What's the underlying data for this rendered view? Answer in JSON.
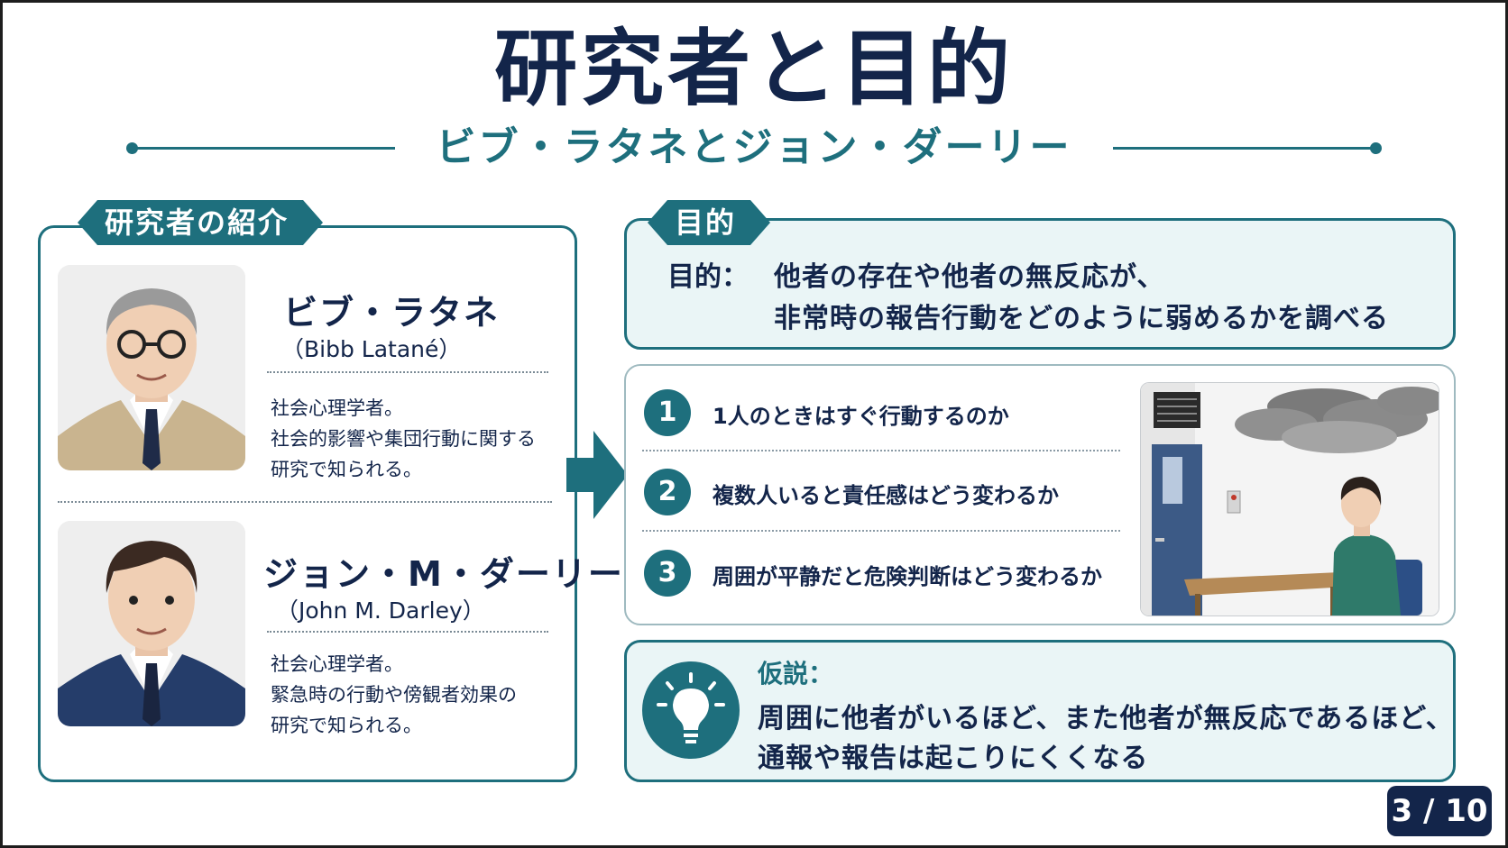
{
  "slide": {
    "title": "研究者と目的",
    "subtitle": "ビブ・ラタネとジョン・ダーリー",
    "page": "3 / 10"
  },
  "researchers": {
    "tag": "研究者の紹介",
    "items": [
      {
        "name_jp": "ビブ・ラタネ",
        "name_en": "（Bibb Latané）",
        "desc": [
          "社会心理学者。",
          "社会的影響や集団行動に関する",
          "研究で知られる。"
        ]
      },
      {
        "name_jp": "ジョン・M・ダーリー",
        "name_en": "（John M. Darley）",
        "desc": [
          "社会心理学者。",
          "緊急時の行動や傍観者効果の",
          "研究で知られる。"
        ]
      }
    ]
  },
  "purpose": {
    "tag": "目的",
    "label": "目的：",
    "lines": [
      "他者の存在や他者の無反応が、",
      "非常時の報告行動をどのように弱めるかを調べる"
    ]
  },
  "questions": [
    {
      "num": "1",
      "text": "1人のときはすぐ行動するのか"
    },
    {
      "num": "2",
      "text": "複数人いると責任感はどう変わるか"
    },
    {
      "num": "3",
      "text": "周囲が平静だと危険判断はどう変わるか"
    }
  ],
  "hypothesis": {
    "label": "仮説：",
    "lines": [
      "周囲に他者がいるほど、また他者が無反応であるほど、",
      "通報や報告は起こりにくくなる"
    ]
  },
  "colors": {
    "teal": "#1e6f7d",
    "navy": "#13254a",
    "panel_light": "#eaf5f6"
  },
  "icons": [
    "arrow-right-icon",
    "lightbulb-icon"
  ]
}
